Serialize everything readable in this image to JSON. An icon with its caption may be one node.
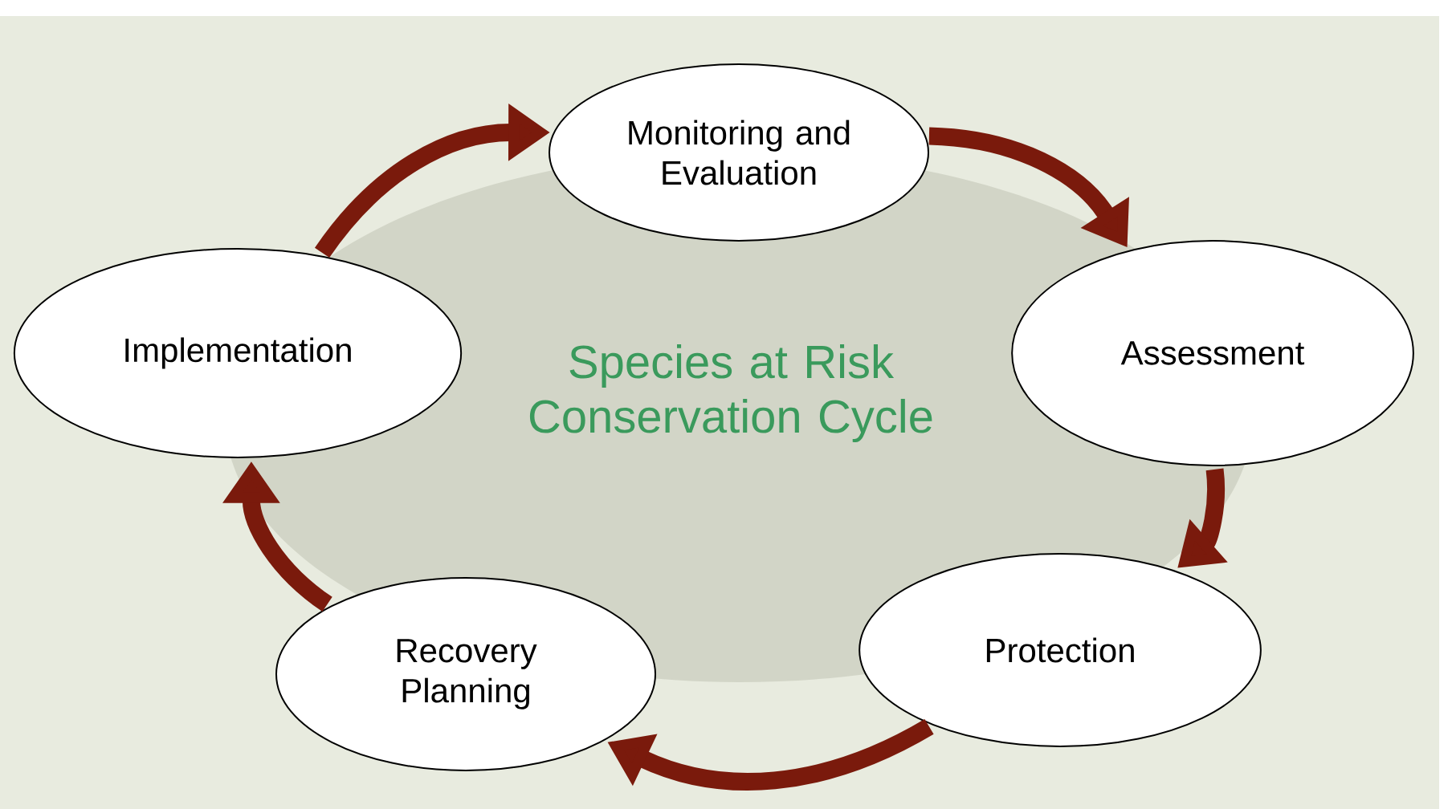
{
  "diagram": {
    "title": "Species at Risk Conservation Cycle",
    "nodes": [
      {
        "text": [
          "Monitoring and Evaluation"
        ]
      },
      {
        "text": [
          "Assessment"
        ]
      },
      {
        "text": [
          "Protection"
        ]
      },
      {
        "text": [
          "Recovery Planning"
        ]
      },
      {
        "text": [
          "Implementation"
        ]
      }
    ],
    "edges": [
      {
        "from": 4,
        "to": 0,
        "arrow": "to"
      },
      {
        "from": 0,
        "to": 1,
        "arrow": "to"
      },
      {
        "from": 1,
        "to": 2,
        "arrow": "to"
      },
      {
        "from": 2,
        "to": 3,
        "arrow": "to"
      },
      {
        "from": 3,
        "to": 4,
        "arrow": "to"
      }
    ]
  }
}
